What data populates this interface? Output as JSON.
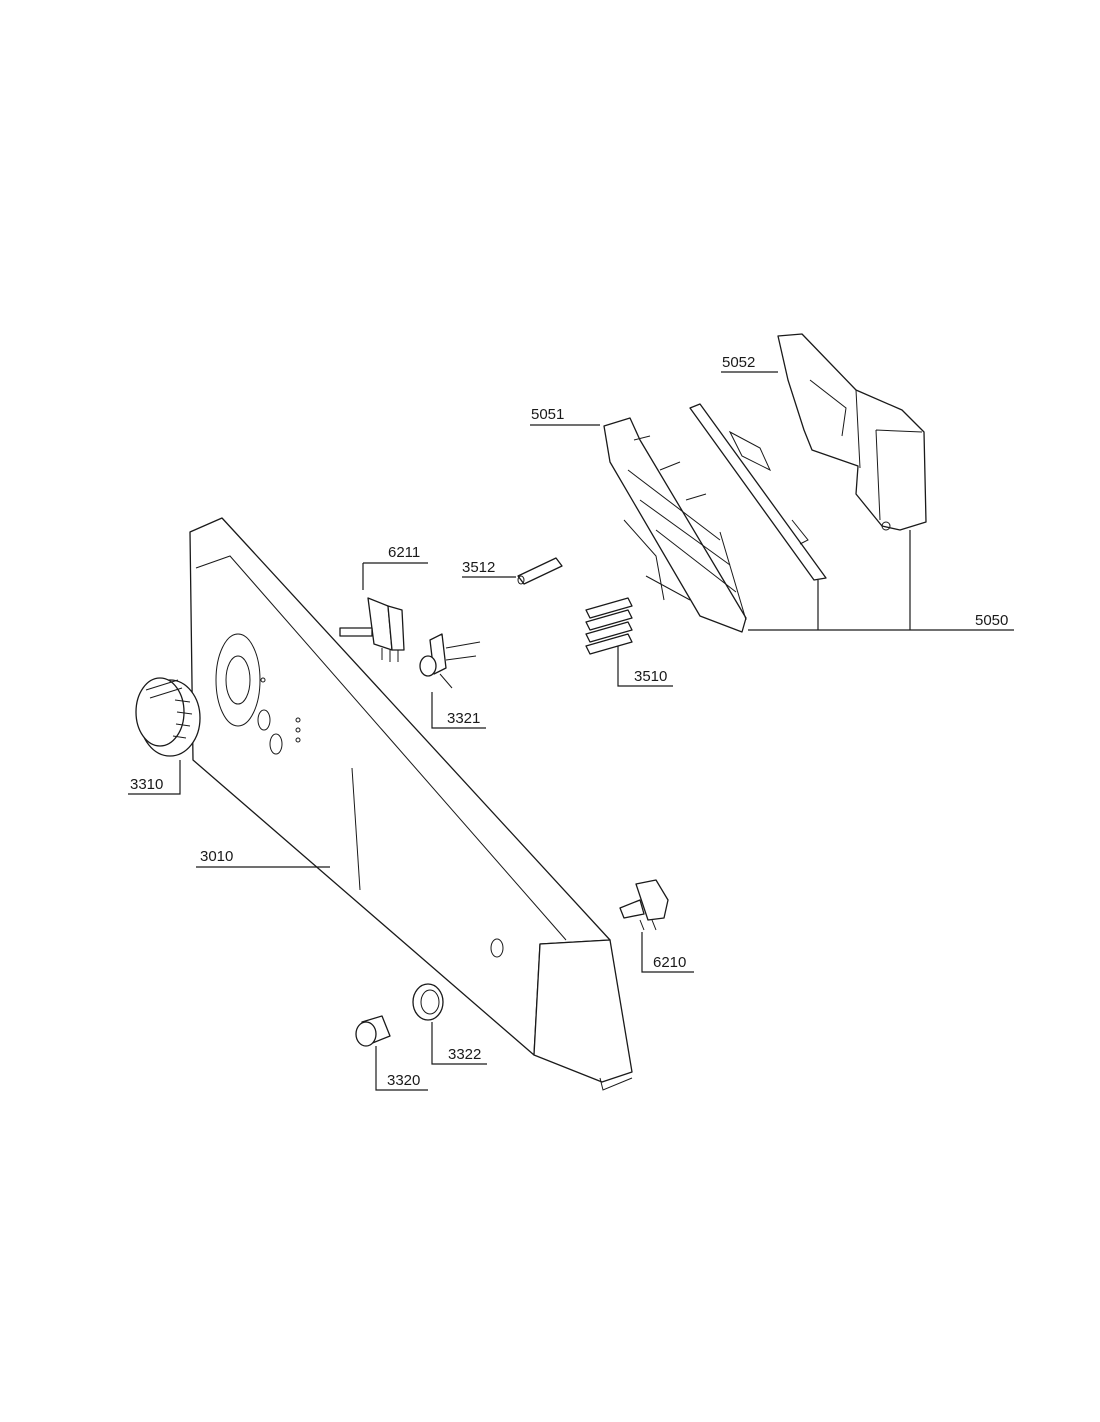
{
  "diagram": {
    "callouts": [
      {
        "id": "5052",
        "text": "5052"
      },
      {
        "id": "5051",
        "text": "5051"
      },
      {
        "id": "6211",
        "text": "6211"
      },
      {
        "id": "3512",
        "text": "3512"
      },
      {
        "id": "5050",
        "text": "5050"
      },
      {
        "id": "3510",
        "text": "3510"
      },
      {
        "id": "3321",
        "text": "3321"
      },
      {
        "id": "3310",
        "text": "3310"
      },
      {
        "id": "3010",
        "text": "3010"
      },
      {
        "id": "6210",
        "text": "6210"
      },
      {
        "id": "3322",
        "text": "3322"
      },
      {
        "id": "3320",
        "text": "3320"
      }
    ]
  }
}
